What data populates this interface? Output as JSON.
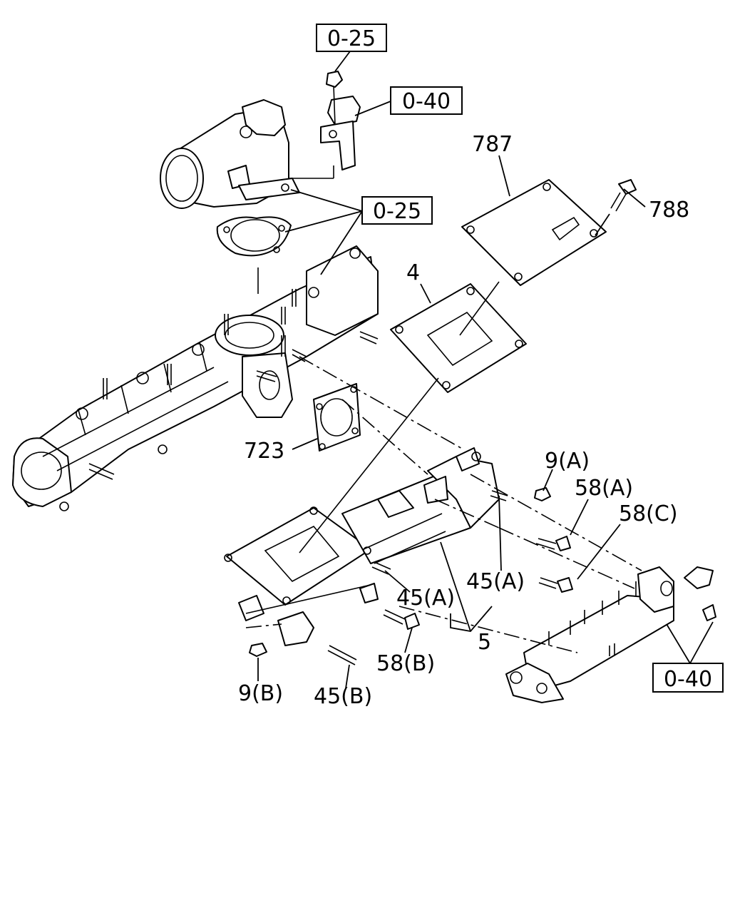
{
  "labels": {
    "ref_025_top": "0-25",
    "ref_040_top": "0-40",
    "ref_025_mid": "0-25",
    "ref_040_bottom": "0-40",
    "p787": "787",
    "p788": "788",
    "p4": "4",
    "p723": "723",
    "p9a": "9(A)",
    "p58a": "58(A)",
    "p58c": "58(C)",
    "p45a_right": "45(A)",
    "p45a_left": "45(A)",
    "p5": "5",
    "p58b": "58(B)",
    "p9b": "9(B)",
    "p45b": "45(B)"
  }
}
